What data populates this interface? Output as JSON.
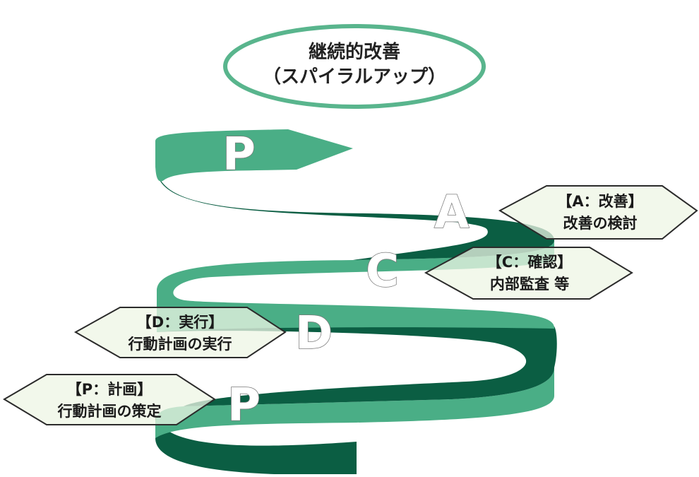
{
  "title": {
    "line1": "継続的改善",
    "line2": "（スパイラルアップ）"
  },
  "colors": {
    "light": "#4aae86",
    "dark": "#0b5e43",
    "hexFill": "#eef6e4",
    "hexStroke": "#2b2b2b",
    "ellipseStroke": "#59b58d"
  },
  "spiral_letters": [
    "P",
    "A",
    "C",
    "D",
    "P"
  ],
  "labels": {
    "act": {
      "head": "【A：改善】",
      "body": "改善の検討"
    },
    "check": {
      "head": "【C：確認】",
      "body": "内部監査 等"
    },
    "do": {
      "head": "【D：実行】",
      "body": "行動計画の実行"
    },
    "plan": {
      "head": "【P：計画】",
      "body": "行動計画の策定"
    }
  }
}
